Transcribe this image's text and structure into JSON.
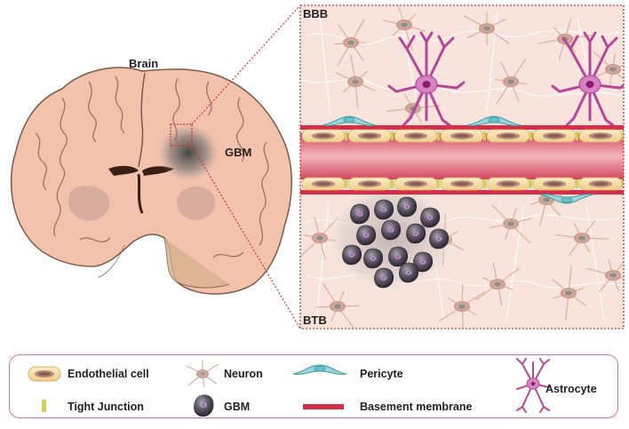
{
  "labels": {
    "brain": "Brain",
    "gbm": "GBM",
    "bbb": "BBB",
    "btb": "BTB"
  },
  "legend": {
    "endothelial_cell": "Endothelial cell",
    "neuron": "Neuron",
    "pericyte": "Pericyte",
    "astrocyte": "Astrocyte",
    "tight_junction": "Tight Junction",
    "gbm": "GBM",
    "basement_membrane": "Basement membrane"
  },
  "colors": {
    "tissue": "#f8e4dc",
    "tissue_border": "#c43b2f",
    "brain_fill": "#f3c2ad",
    "brain_outline": "#7a5a48",
    "vessel": "#d94a5f",
    "basement_membrane": "#d62e48",
    "endothelial": "#f6dfa8",
    "tight_junction": "#d5cf5a",
    "astrocyte": "#b6489b",
    "pericyte": "#66c1c8",
    "gbm_cell": "#3a3540",
    "legend_border": "#c774b8"
  }
}
